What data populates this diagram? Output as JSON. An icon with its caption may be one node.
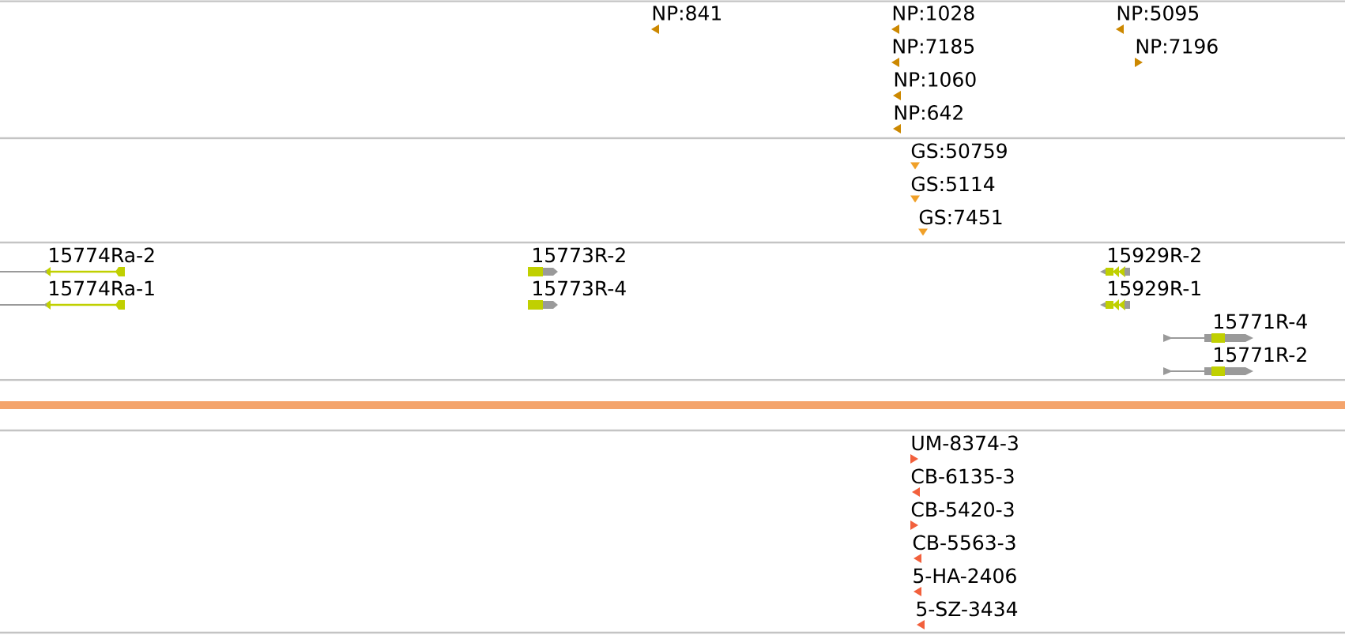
{
  "diagram": {
    "labels": [
      "NP:841",
      "NP:1028",
      "NP:5095",
      "NP:7185",
      "NP:7196",
      "NP:1060",
      "NP:642",
      "GS:50759",
      "GS:5114",
      "GS:7451",
      "15774Ra-2",
      "15773R-2",
      "15929R-2",
      "15774Ra-1",
      "15773R-4",
      "15929R-1",
      "15771R-4",
      "15771R-2",
      "UM-8374-3",
      "CB-6135-3",
      "CB-5420-3",
      "CB-5563-3",
      "5-HA-2406",
      "5-SZ-3434"
    ]
  }
}
